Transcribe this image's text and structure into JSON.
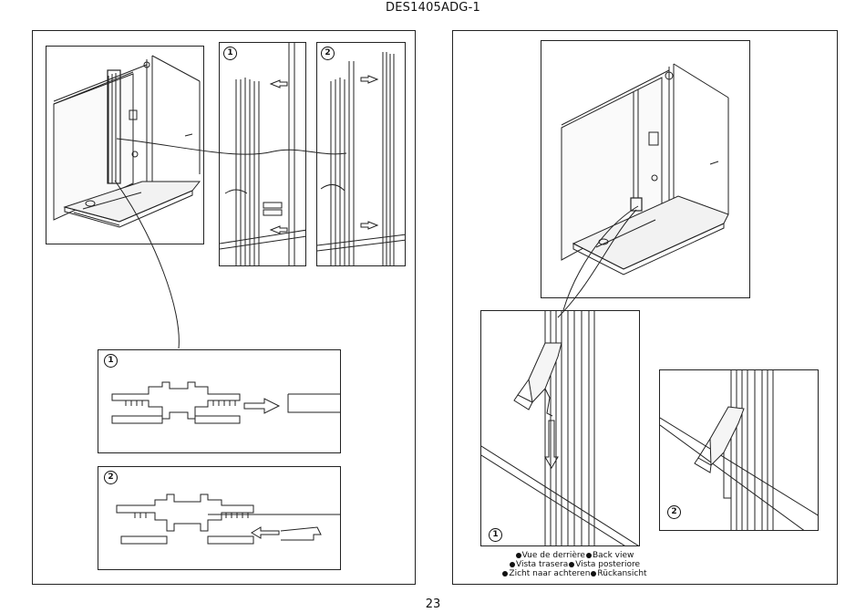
{
  "document": {
    "code": "DES1405ADG-1",
    "page_number": "23"
  },
  "steps": {
    "one": "1",
    "two": "2"
  },
  "caption": {
    "fr": "Vue de derrière",
    "en": "Back view",
    "es": "Vista trasera",
    "it": "Vista posteriore",
    "nl": "Zicht naar achteren",
    "de": "Rückansicht"
  }
}
